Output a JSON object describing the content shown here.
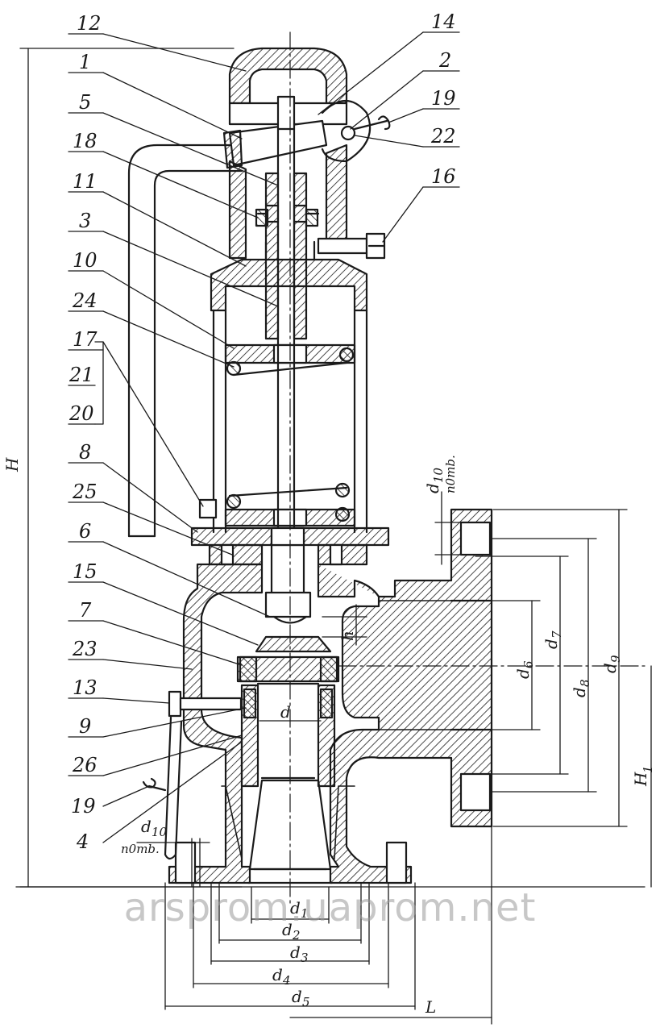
{
  "callouts_left": [
    "12",
    "1",
    "5",
    "18",
    "11",
    "3",
    "10",
    "24",
    "17",
    "21",
    "20",
    "8",
    "25",
    "6",
    "15",
    "7",
    "23",
    "13",
    "9",
    "26",
    "19",
    "4"
  ],
  "callouts_right": [
    "14",
    "2",
    "19",
    "22",
    "16"
  ],
  "dimensions": {
    "H": "H",
    "H1": "H",
    "H1_sub": "1",
    "L": "L",
    "h": "h",
    "d": "d",
    "d1": "d",
    "d1_sub": "1",
    "d2": "d",
    "d2_sub": "2",
    "d3": "d",
    "d3_sub": "3",
    "d4": "d",
    "d4_sub": "4",
    "d5": "d",
    "d5_sub": "5",
    "d6": "d",
    "d6_sub": "6",
    "d7": "d",
    "d7_sub": "7",
    "d8": "d",
    "d8_sub": "8",
    "d9": "d",
    "d9_sub": "9",
    "d10_top": "d",
    "d10_top_sub": "10",
    "d10_top_note": "n0mb.",
    "d10_bottom": "d",
    "d10_bottom_sub": "10",
    "d10_bottom_note": "n0mb."
  },
  "watermark": "arsprom.uaprom.net",
  "colors": {
    "ink": "#1a1a1a",
    "paper": "#ffffff",
    "watermark": "#9a9a9a"
  }
}
